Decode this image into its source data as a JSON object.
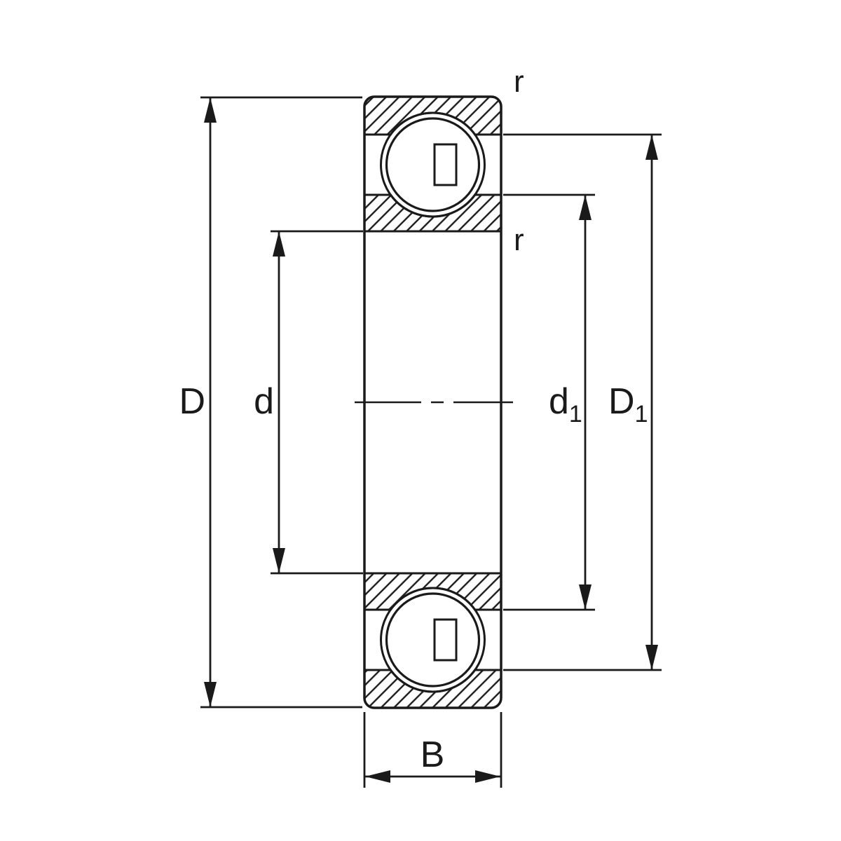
{
  "diagram": {
    "colors": {
      "line": "#1a1a1a",
      "background": "#ffffff"
    },
    "labels": {
      "outer_diameter": "D",
      "bore_diameter": "d",
      "inner_shoulder": {
        "base": "d",
        "sub": "1"
      },
      "outer_shoulder": {
        "base": "D",
        "sub": "1"
      },
      "width": "B",
      "chamfer_top": "r",
      "chamfer_inner": "r"
    }
  }
}
